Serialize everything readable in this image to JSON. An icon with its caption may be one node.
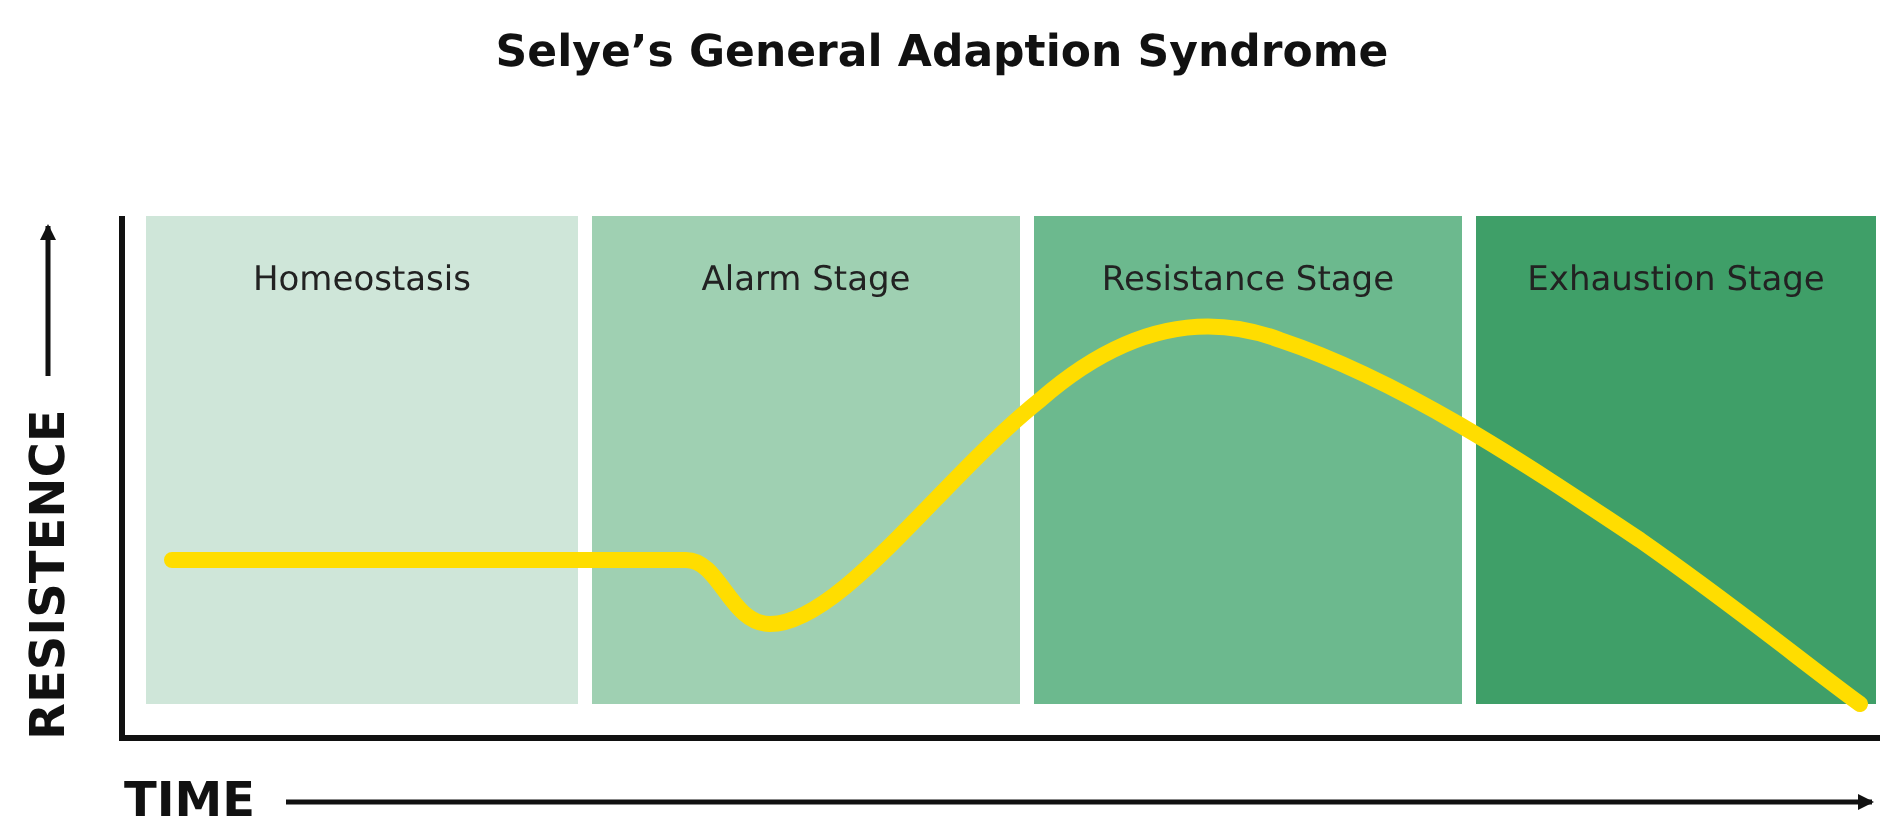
{
  "diagram": {
    "title": "Selye’s General Adaption Syndrome",
    "nodes": [
      {
        "text": [
          "Homeostasis"
        ]
      },
      {
        "text": [
          "Alarm Stage"
        ]
      },
      {
        "text": [
          "Resistance Stage"
        ]
      },
      {
        "text": [
          "Exhaustion Stage"
        ]
      }
    ],
    "labels": [
      "RESISTENCE",
      "TIME"
    ]
  }
}
